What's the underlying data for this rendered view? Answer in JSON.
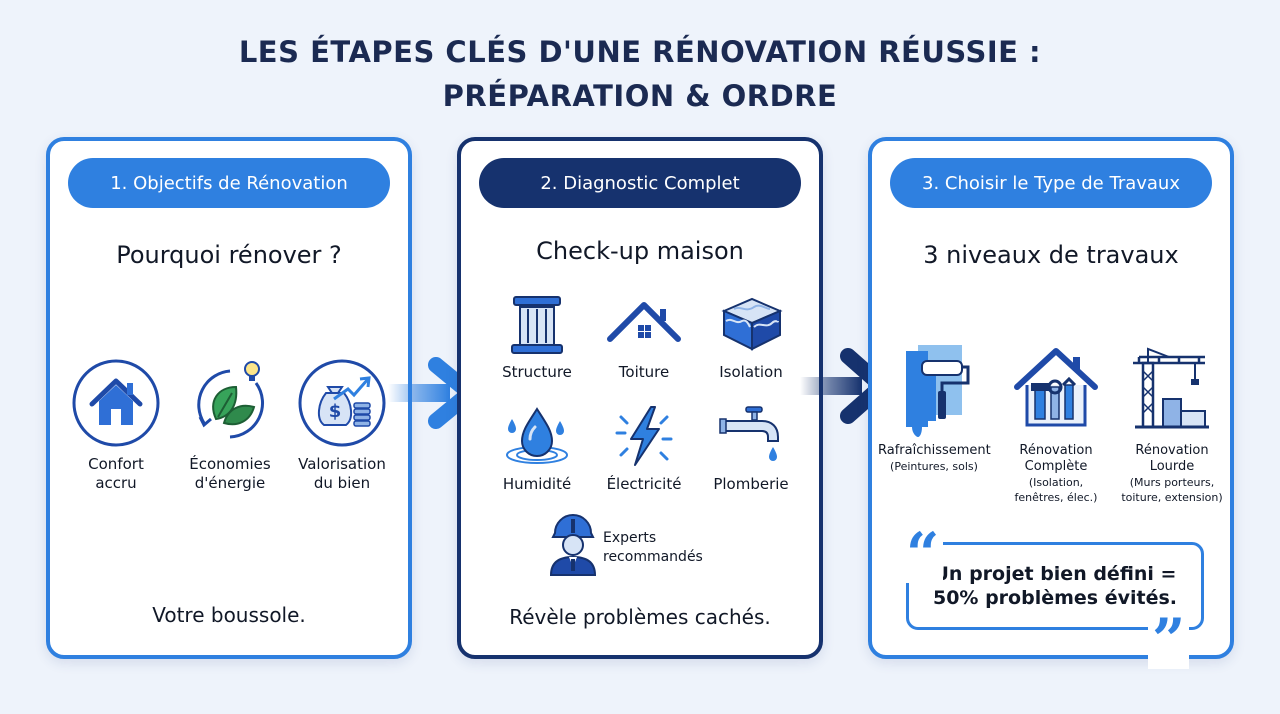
{
  "title": {
    "line1": "LES ÉTAPES CLÉS D'UNE RÉNOVATION RÉUSSIE :",
    "line2": "PRÉPARATION & ORDRE"
  },
  "colors": {
    "accent": "#2f80e0",
    "navy": "#16326e",
    "background": "#eef3fb"
  },
  "step1": {
    "header": "1. Objectifs de Rénovation",
    "subtitle": "Pourquoi rénover ?",
    "items": [
      {
        "icon": "house-icon",
        "label1": "Confort",
        "label2": "accru"
      },
      {
        "icon": "leaf-energy-icon",
        "label1": "Économies",
        "label2": "d'énergie"
      },
      {
        "icon": "money-bag-growth-icon",
        "label1": "Valorisation",
        "label2": "du bien"
      }
    ],
    "footer": "Votre boussole."
  },
  "step2": {
    "header": "2. Diagnostic Complet",
    "subtitle": "Check-up maison",
    "items": [
      {
        "icon": "column-icon",
        "label": "Structure"
      },
      {
        "icon": "roof-icon",
        "label": "Toiture"
      },
      {
        "icon": "insulation-icon",
        "label": "Isolation"
      },
      {
        "icon": "water-drop-icon",
        "label": "Humidité"
      },
      {
        "icon": "lightning-icon",
        "label": "Électricité"
      },
      {
        "icon": "faucet-icon",
        "label": "Plomberie"
      }
    ],
    "expert": {
      "icon": "engineer-icon",
      "line1": "Experts",
      "line2": "recommandés"
    },
    "footer": "Révèle problèmes cachés."
  },
  "step3": {
    "header": "3. Choisir le Type de Travaux",
    "subtitle": "3 niveaux de travaux",
    "items": [
      {
        "icon": "paint-roller-icon",
        "label1": "Rafraîchissement",
        "sub": [
          "(Peintures, sols)"
        ]
      },
      {
        "icon": "house-tools-icon",
        "label1": "Rénovation",
        "label2": "Complète",
        "sub": [
          "(Isolation,",
          "fenêtres, élec.)"
        ]
      },
      {
        "icon": "crane-icon",
        "label1": "Rénovation",
        "label2": "Lourde",
        "sub": [
          "(Murs porteurs,",
          "toiture, extension)"
        ]
      }
    ],
    "quote_line1": "Un projet bien défini =",
    "quote_line2": "50% problèmes évités."
  }
}
